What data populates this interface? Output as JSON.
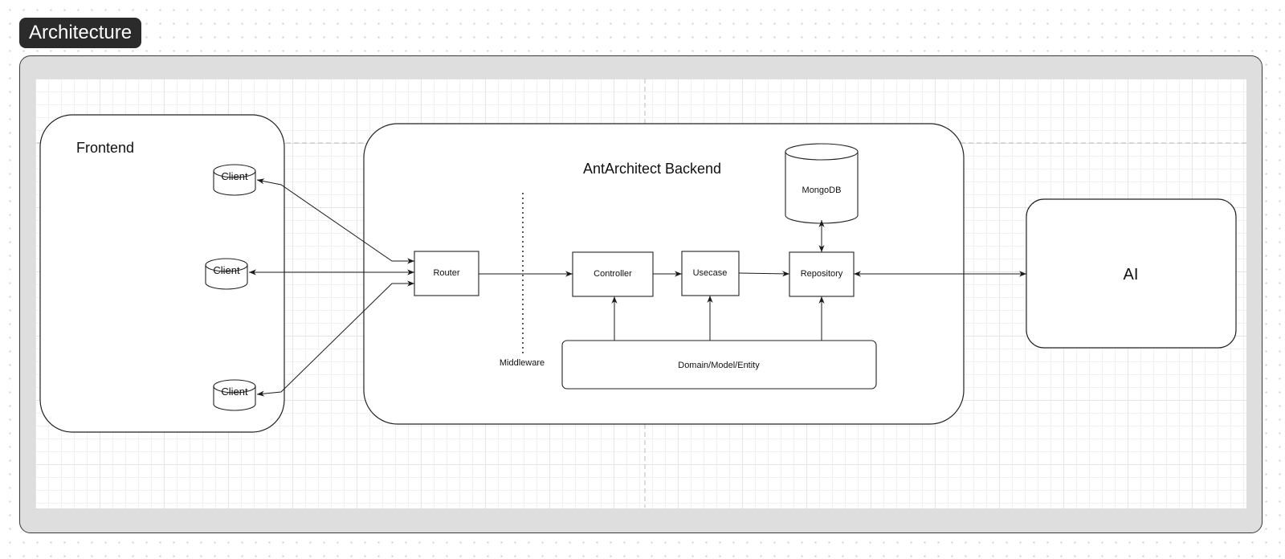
{
  "header": {
    "title": "Architecture"
  },
  "diagram": {
    "frontend": {
      "title": "Frontend",
      "clients": [
        "Client",
        "Client",
        "Client"
      ]
    },
    "backend": {
      "title": "AntArchitect Backend",
      "router": "Router",
      "middleware": "Middleware",
      "controller": "Controller",
      "usecase": "Usecase",
      "repository": "Repository",
      "database": "MongoDB",
      "domain": "Domain/Model/Entity"
    },
    "ai": {
      "title": "AI"
    }
  }
}
